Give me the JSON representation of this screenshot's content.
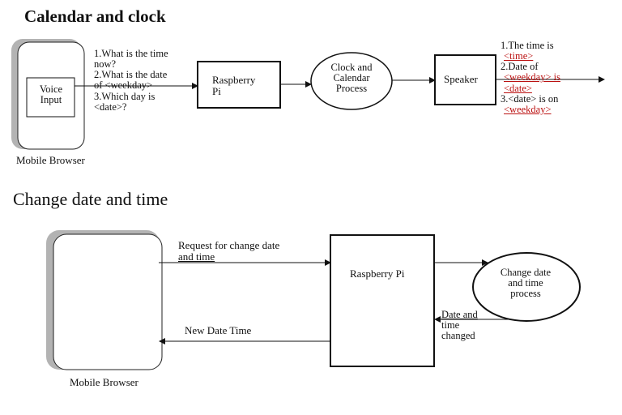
{
  "section1": {
    "title": "Calendar and clock",
    "device_label": "Mobile Browser",
    "voice_input": [
      "Voice",
      "Input"
    ],
    "question_lines": [
      "1.What is the time",
      "now?",
      "2.What is the date",
      "of <weekday>",
      "3.Which day is",
      "<date>?"
    ],
    "raspberry_box": [
      "Raspberry",
      "Pi"
    ],
    "process_circle": [
      "Clock and",
      "Calendar",
      "Process"
    ],
    "speaker_box": "Speaker",
    "answer_lines": [
      "1.The time is",
      "<time>",
      "2.Date of",
      "<weekday> is",
      "<date>",
      "3.<date> is on",
      "<weekday>"
    ]
  },
  "section2": {
    "title": "Change date and time",
    "device_label": "Mobile Browser",
    "request_label": [
      "Request for change date",
      "and time"
    ],
    "response_label": "New Date Time",
    "raspberry_box": "Raspberry Pi",
    "process_circle": [
      "Change date",
      "and time",
      "process"
    ],
    "return_label": [
      "Date and",
      "time",
      "changed"
    ]
  }
}
